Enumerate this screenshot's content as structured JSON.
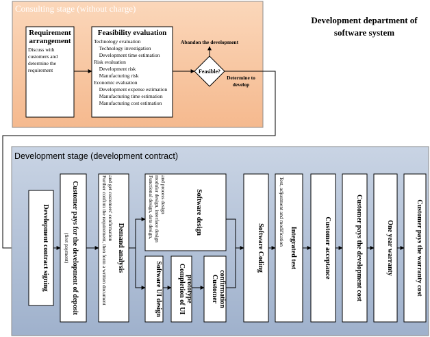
{
  "header": {
    "title_line1": "Development department of",
    "title_line2": "software system"
  },
  "consulting": {
    "label": "Consulting stage (without charge)",
    "requirement": {
      "title1": "Requirement",
      "title2": "arrangement",
      "desc": [
        "Discuss with",
        "customers and",
        "determine the",
        "requirement"
      ]
    },
    "feasibility": {
      "title": "Feasibility evaluation",
      "lines": [
        "Technology evaluation",
        "  Technology investigation",
        "  Development time estimation",
        "Risk evaluation",
        "  Development risk",
        "  Manufacturing risk",
        "Economic evaluation",
        "  Development expense estimation",
        "  Manufacturing time estimation",
        "  Manufacturing cost estimation"
      ]
    },
    "decision": "Feasible?",
    "abandon": "Abandon the development",
    "determine1": "Determine to",
    "determine2": "develop"
  },
  "development": {
    "label": "Development stage (development contract)",
    "contract": "Development contract signing",
    "deposit_title": "Customer pays for the development of deposit",
    "deposit_sub": "(first payment)",
    "demand_title": "Demand analysis",
    "demand_desc1": "Further confirm the requirement, then form a written document",
    "demand_desc2": "and get customers' confirmation",
    "software_design_title": "Software design",
    "software_design_desc1": "Functional design, data design,",
    "software_design_desc2": "modular design, interface design",
    "software_design_desc3": "and process design",
    "ui_design": "Software UI design",
    "ui_prototype1": "Completion of UI",
    "ui_prototype2": "prototype",
    "customer_confirm1": "Customer",
    "customer_confirm2": "confirmation",
    "coding": "Software Coding",
    "integrated_title": "Integrated test",
    "integrated_desc": "Test, adjustment and modification",
    "acceptance": "Customer acceptance",
    "pays_dev": "Customer pays the development cost",
    "warranty": "One year warranty",
    "pays_warranty": "Customer pays the warranty cost"
  },
  "colors": {
    "consulting_bg": "#f8c8a4",
    "development_bg": "#b8c6da",
    "border": "#555555",
    "text": "#000000"
  }
}
